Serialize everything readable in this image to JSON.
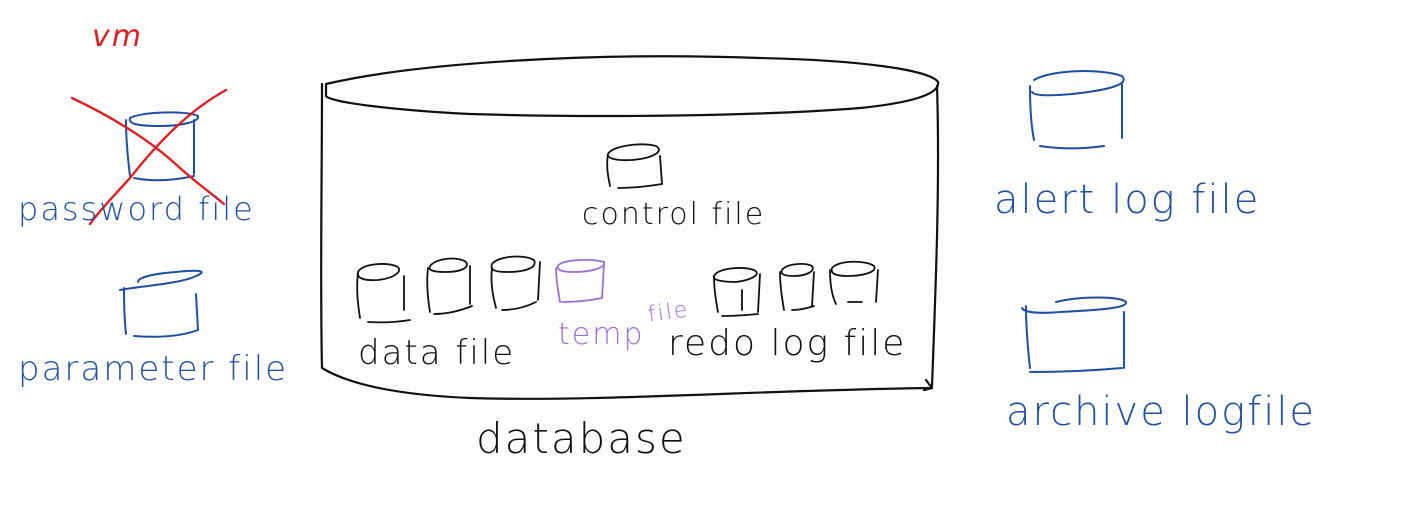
{
  "diagram": {
    "type": "hand-drawn whiteboard",
    "colors": {
      "background": "#fdfdfd",
      "ink_black": "#111111",
      "ink_blue": "#1f4fa3",
      "ink_purple": "#9b6fd6",
      "ink_red": "#e02020"
    },
    "annotation": {
      "text": "vm",
      "color": "red"
    },
    "outside_left": [
      {
        "id": "password-file",
        "label": "password file",
        "icon": "cylinder-icon",
        "crossed_out": true,
        "color": "blue"
      },
      {
        "id": "parameter-file",
        "label": "parameter file",
        "icon": "cylinder-icon",
        "crossed_out": false,
        "color": "blue"
      }
    ],
    "database": {
      "label": "database",
      "icon": "large-cylinder-icon",
      "color": "black",
      "contents": {
        "control_file": {
          "label": "control file",
          "count": 1
        },
        "data_file": {
          "label": "data file",
          "count": 3
        },
        "temp_file": {
          "label_main": "temp",
          "label_sub": "file",
          "count": 1,
          "color": "purple"
        },
        "redo_log_file": {
          "label": "redo log file",
          "count": 3
        }
      }
    },
    "outside_right": [
      {
        "id": "alert-log-file",
        "label": "alert log file",
        "icon": "cylinder-icon",
        "color": "blue"
      },
      {
        "id": "archive-log-file",
        "label": "archive logfile",
        "icon": "cylinder-icon",
        "color": "blue"
      }
    ]
  }
}
